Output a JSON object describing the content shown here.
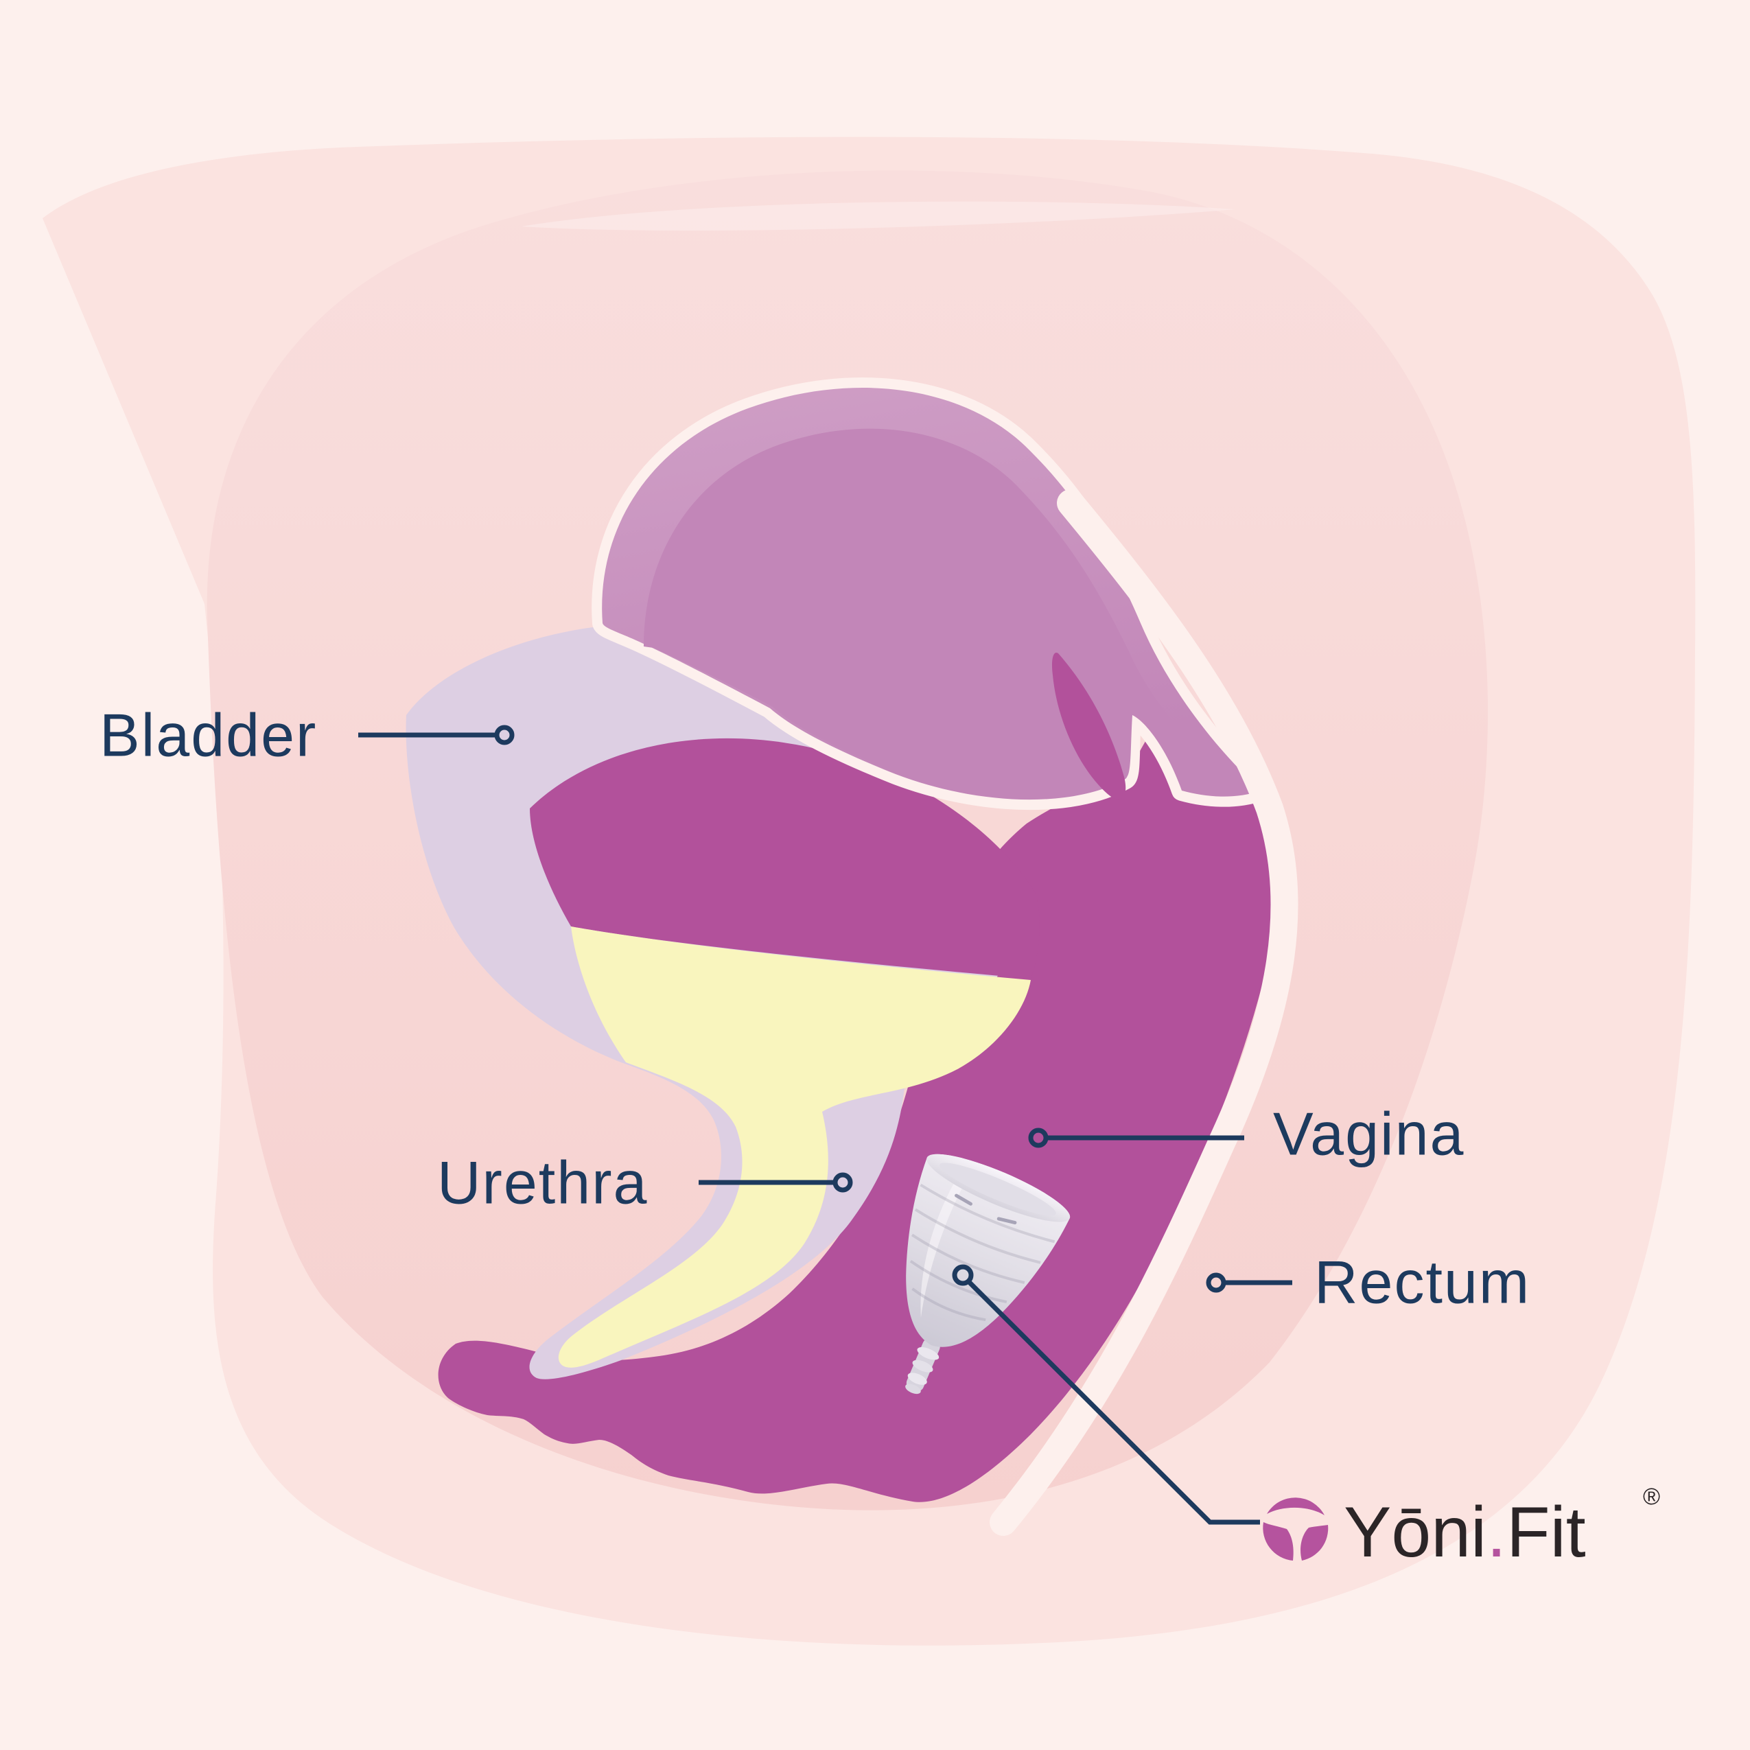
{
  "anatomy_labels": {
    "bladder": "Bladder",
    "urethra": "Urethra",
    "vagina": "Vagina",
    "rectum": "Rectum"
  },
  "logo": {
    "brand_prefix": "Yōni",
    "brand_separator": ".",
    "brand_suffix": "Fit",
    "registered_mark": "®"
  },
  "icons": {
    "logo_mark": "yonifit-y-logo-icon",
    "device": "menstrual-cup-illustration"
  },
  "colors": {
    "background_pink": "#fdf0ed",
    "blob_pink": "#fbe3e0",
    "blob_deep_pink": "#f8d8d6",
    "bladder_wall_lavender": "#ddcfe3",
    "canal_magenta": "#b2519b",
    "uterus_mauve": "#c286b8",
    "uterus_highlight_mauve": "#d0a3c8",
    "urine_yellow": "#f9f5be",
    "label_navy": "#1d3a5e",
    "brand_magenta": "#b5539e",
    "brand_text_black": "#2b2527",
    "cup_silicone": "#e9e9ee"
  }
}
